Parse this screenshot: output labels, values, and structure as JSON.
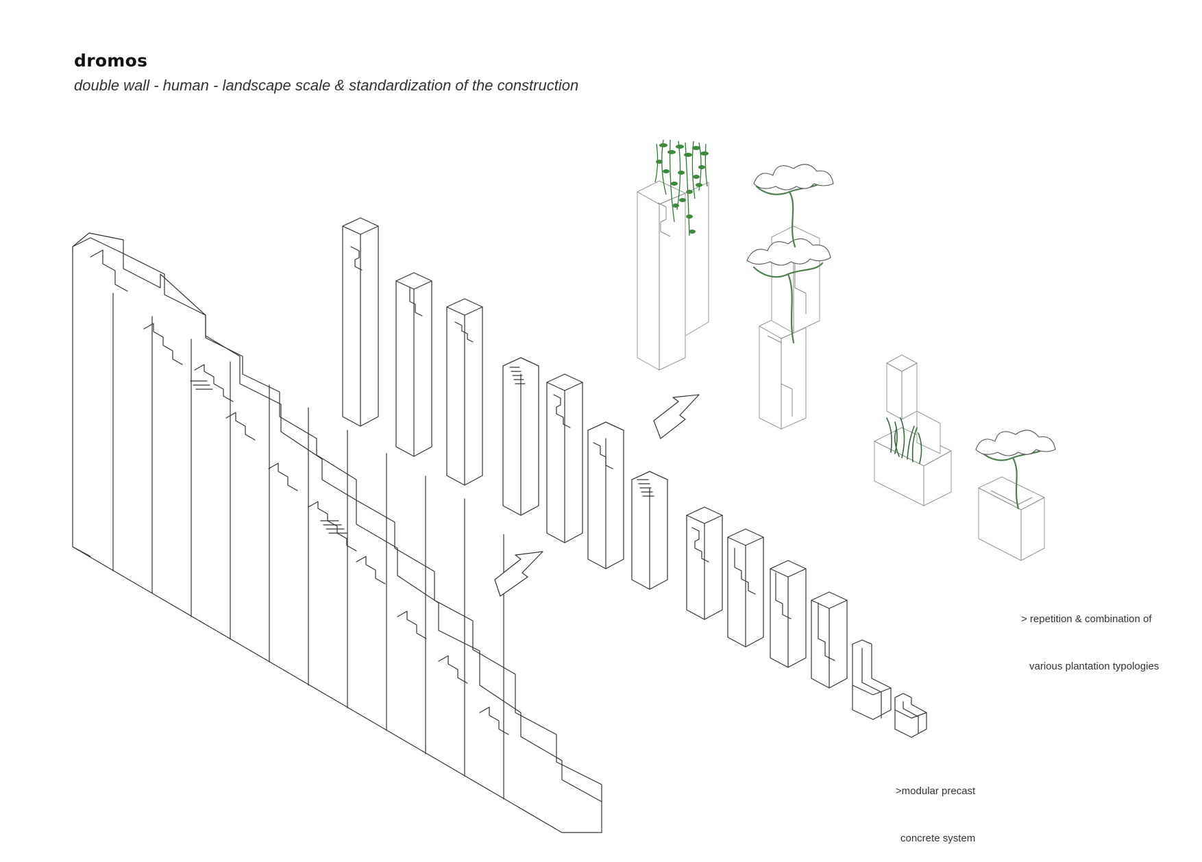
{
  "title": "dromos",
  "subtitle": "double wall - human - landscape scale & standardization of the construction",
  "notes": {
    "plantation": {
      "line1": "> repetition & combination of",
      "line2": "various plantation typologies"
    },
    "precast": {
      "line1": ">modular precast",
      "line2": "concrete system"
    }
  },
  "colors": {
    "line": "#333333",
    "vegetation": "#3d8a3d",
    "background": "#ffffff"
  },
  "icons": [
    "arrow-icon",
    "tree-icon",
    "vine-icon",
    "grass-icon"
  ]
}
